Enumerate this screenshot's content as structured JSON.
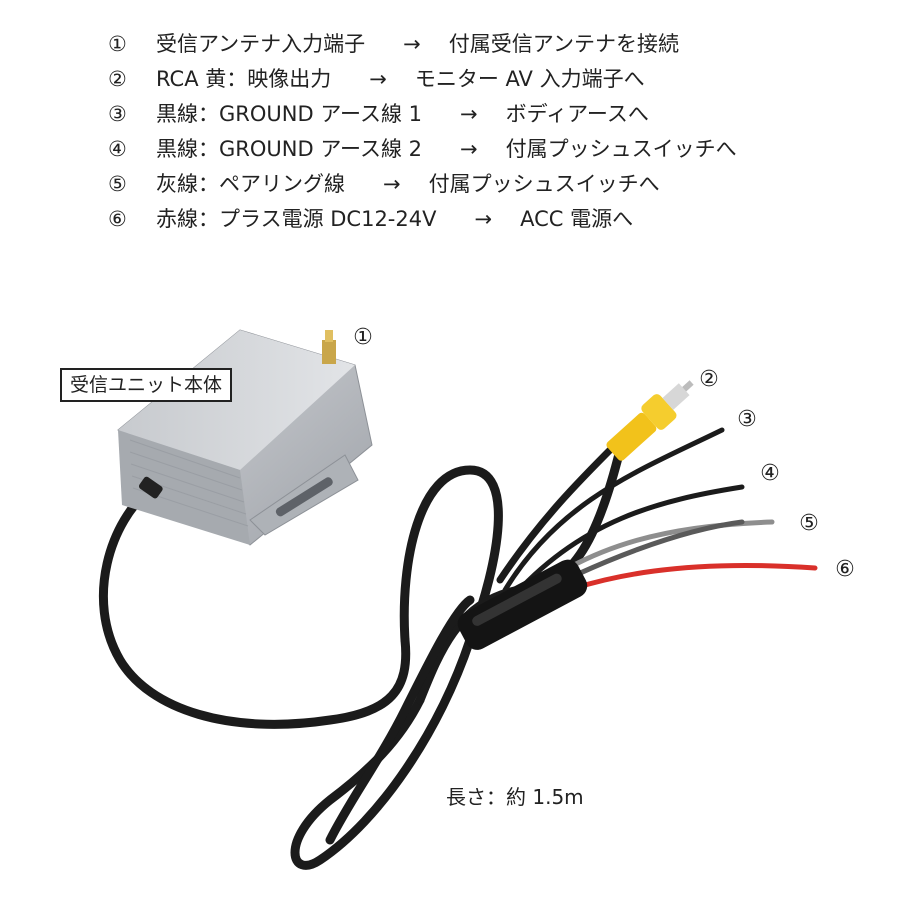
{
  "legend": [
    {
      "num": "①",
      "source": "受信アンテナ入力端子",
      "arrow": "→",
      "dest": "付属受信アンテナを接続"
    },
    {
      "num": "②",
      "source": "RCA 黄：映像出力",
      "arrow": "→",
      "dest": "モニター AV 入力端子へ"
    },
    {
      "num": "③",
      "source": "黒線：GROUND アース線 1",
      "arrow": "→",
      "dest": "ボディアースへ"
    },
    {
      "num": "④",
      "source": "黒線：GROUND アース線 2",
      "arrow": "→",
      "dest": "付属プッシュスイッチへ"
    },
    {
      "num": "⑤",
      "source": "灰線：ペアリング線",
      "arrow": "→",
      "dest": "付属プッシュスイッチへ"
    },
    {
      "num": "⑥",
      "source": "赤線：プラス電源 DC12-24V",
      "arrow": "→",
      "dest": "ACC 電源へ"
    }
  ],
  "unit_label": "受信ユニット本体",
  "callouts": {
    "c1": "①",
    "c2": "②",
    "c3": "③",
    "c4": "④",
    "c5": "⑤",
    "c6": "⑥"
  },
  "length_label": "長さ：約 1.5m",
  "colors": {
    "device_body": "#b9bcc1",
    "cable_black": "#1b1b1b",
    "rca_yellow": "#f2c21b",
    "wire_gray": "#8e8e8e",
    "wire_red": "#d9302a"
  }
}
